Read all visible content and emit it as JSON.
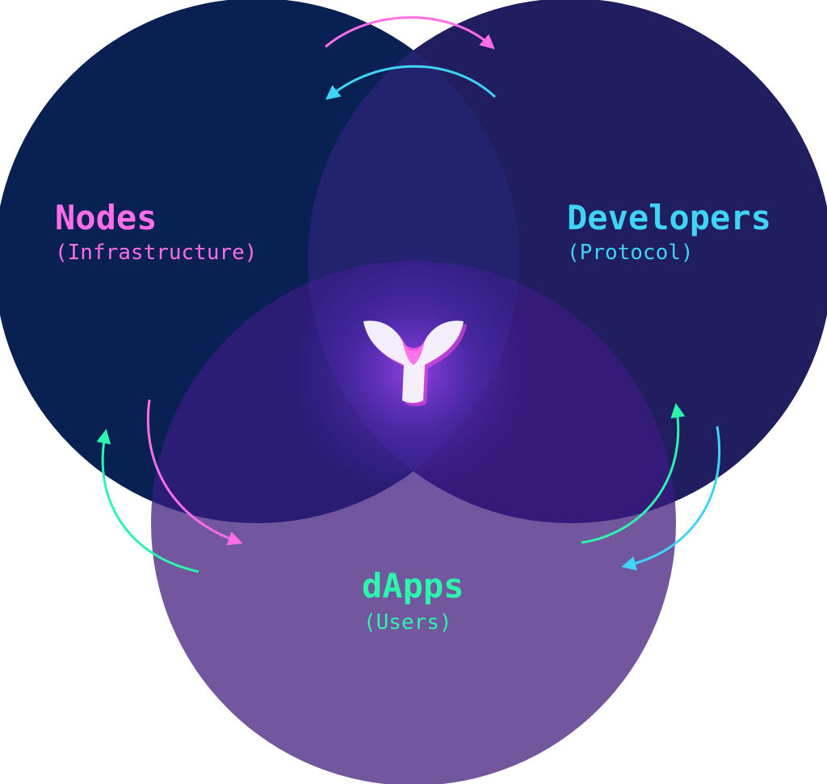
{
  "circles": {
    "nodes": {
      "title": "Nodes",
      "subtitle": "(Infrastructure)",
      "accent": "#ff6ee8",
      "fill": "#001a3d"
    },
    "developers": {
      "title": "Developers",
      "subtitle": "(Protocol)",
      "accent": "#3fd3f5",
      "fill": "#1a1a4f"
    },
    "dapps": {
      "title": "dApps",
      "subtitle": "(Users)",
      "accent": "#2cf5ad",
      "fill": "#3b1578"
    }
  },
  "center_logo": {
    "icon": "y-logo-icon",
    "color": "#ffffff",
    "glow": "#ff44e6"
  },
  "arrows": {
    "pink": "#ff6ee8",
    "cyan": "#3fd3f5",
    "green": "#2cf5ad"
  }
}
